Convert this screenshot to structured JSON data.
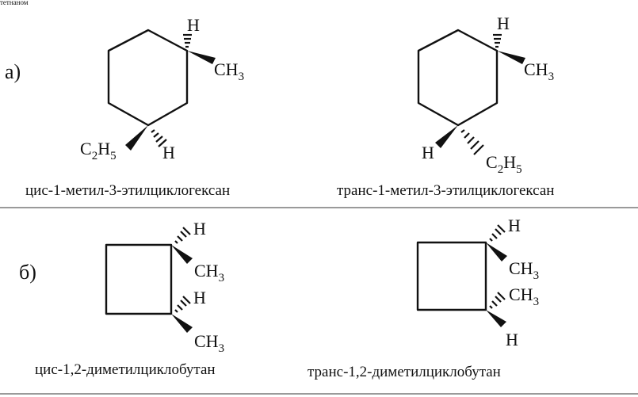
{
  "corner_text": "тетнаном",
  "part_a": {
    "label": "а)",
    "cis": {
      "caption": "цис-1-метил-3-этилциклогексан",
      "top_h": "H",
      "methyl": "CH",
      "methyl_sub": "3",
      "ethyl_c": "C",
      "ethyl_c_sub": "2",
      "ethyl_h": "H",
      "ethyl_h_sub": "5",
      "bottom_h": "H"
    },
    "trans": {
      "caption": "транс-1-метил-3-этилциклогексан",
      "top_h": "H",
      "methyl": "CH",
      "methyl_sub": "3",
      "bottom_h": "H",
      "ethyl_c": "C",
      "ethyl_c_sub": "2",
      "ethyl_h": "H",
      "ethyl_h_sub": "5"
    }
  },
  "part_b": {
    "label": "б)",
    "cis": {
      "caption": "цис-1,2-диметилциклобутан",
      "h1": "H",
      "methyl1": "CH",
      "methyl1_sub": "3",
      "h2": "H",
      "methyl2": "CH",
      "methyl2_sub": "3"
    },
    "trans": {
      "caption": "транс-1,2-диметилциклобутан",
      "h1": "H",
      "methyl1": "CH",
      "methyl1_sub": "3",
      "methyl2": "CH",
      "methyl2_sub": "3",
      "h2": "H"
    }
  }
}
